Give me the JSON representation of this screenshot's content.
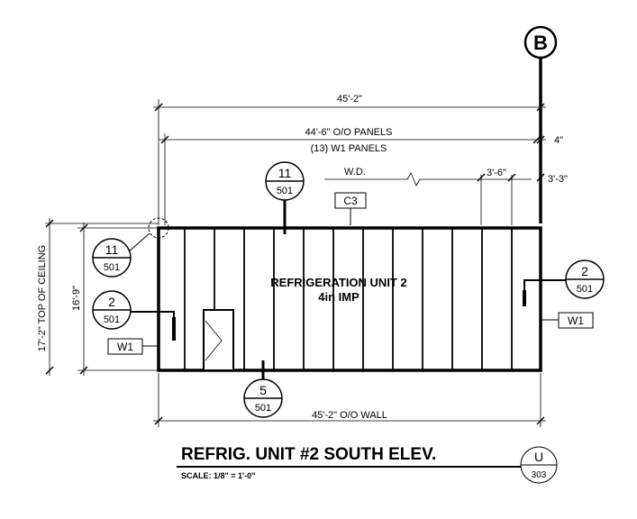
{
  "grid_bubble": {
    "label": "B"
  },
  "dimensions": {
    "overall": "45'-2\"",
    "panels_oo": "44'-6\" O/O PANELS",
    "panels_count": "(13) W1 PANELS",
    "offset_4": "4\"",
    "wd": "W.D.",
    "dim_3_6": "3'-6\"",
    "dim_3_3": "3'-3\"",
    "wall_oo": "45'-2\" O/O WALL",
    "height_16_9": "16'-9\"",
    "height_17_2": "17'-2\" TOP OF CEILING"
  },
  "room": {
    "name": "REFRIGERATION UNIT 2",
    "material": "4in IMP"
  },
  "tags": {
    "c3": "C3",
    "w1_left": "W1",
    "w1_right": "W1"
  },
  "callouts": [
    {
      "id": "top-center",
      "top": "11",
      "bottom": "501"
    },
    {
      "id": "left-upper",
      "top": "11",
      "bottom": "501"
    },
    {
      "id": "left-lower",
      "top": "2",
      "bottom": "501"
    },
    {
      "id": "right",
      "top": "2",
      "bottom": "501"
    },
    {
      "id": "bottom",
      "top": "5",
      "bottom": "501"
    }
  ],
  "title_block": {
    "title": "REFRIG. UNIT #2 SOUTH ELEV.",
    "scale": "SCALE: 1/8\" = 1'-0\"",
    "view_letter": "U",
    "sheet": "303"
  }
}
